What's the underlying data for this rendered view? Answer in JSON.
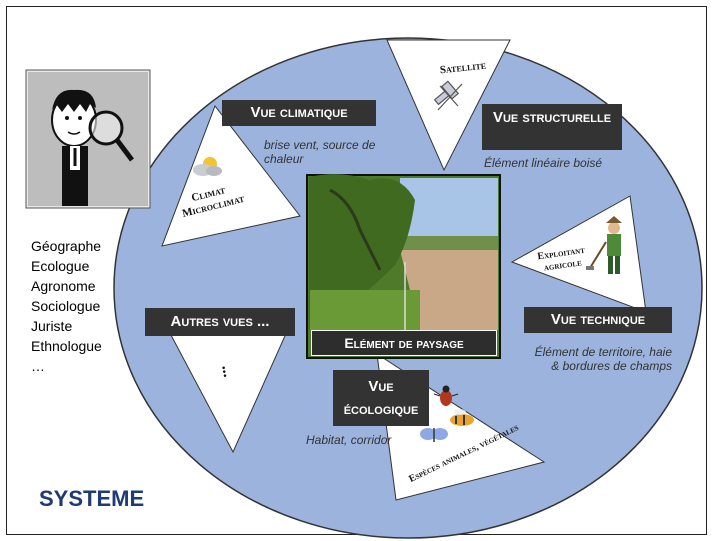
{
  "title": "SYSTEME",
  "center": {
    "label": "Elément de paysage"
  },
  "views": {
    "climatique": {
      "label": "Vue climatique",
      "note": "brise vent, source de chaleur",
      "triangle": "Climat Microclimat"
    },
    "structurelle": {
      "label": "Vue structurelle",
      "note": "Élément linéaire boisé",
      "triangle": "Satellite"
    },
    "technique": {
      "label": "Vue technique",
      "note": "Élément de territoire, haie & bordures de champs",
      "triangle": "Exploitant agricole"
    },
    "ecologique": {
      "label": "Vue écologique",
      "note": "Habitat, corridor",
      "triangle": "Espèces animales, végétales"
    },
    "autres": {
      "label": "Autres vues ...",
      "triangle": "..."
    }
  },
  "roles": [
    "Géographe",
    "Ecologue",
    "Agronome",
    "Sociologue",
    "Juriste",
    "Ethnologue",
    "…"
  ],
  "colors": {
    "ellipse": "#9bb3dd",
    "label_bg": "#333333",
    "title": "#1f3b73"
  },
  "icons": [
    "detective-magnifier-icon",
    "cloud-sun-icon",
    "satellite-icon",
    "farmer-icon",
    "insects-icon"
  ]
}
